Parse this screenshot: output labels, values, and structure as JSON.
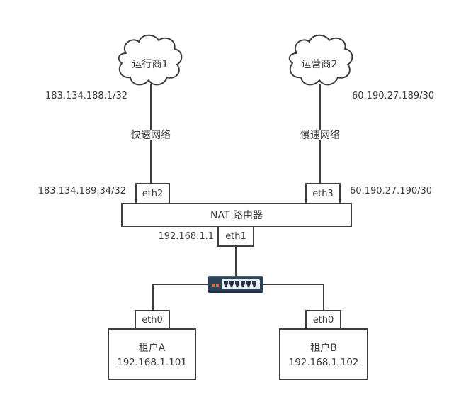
{
  "diagram": {
    "carrier1": {
      "name": "运行商1",
      "ip": "183.134.188.1/32",
      "link": "快速网络"
    },
    "carrier2": {
      "name": "运营商2",
      "ip": "60.190.27.189/30",
      "link": "慢速网络"
    },
    "router": {
      "label": "NAT 路由器",
      "wan1_iface": "eth2",
      "wan1_ip": "183.134.189.34/32",
      "wan2_iface": "eth3",
      "wan2_ip": "60.190.27.190/30",
      "lan_iface": "eth1",
      "lan_ip": "192.168.1.1"
    },
    "switch": {
      "icon": "ethernet-switch-6port",
      "led_count": 2,
      "port_count": 6
    },
    "tenant_a": {
      "iface": "eth0",
      "name": "租户A",
      "ip": "192.168.1.101"
    },
    "tenant_b": {
      "iface": "eth0",
      "name": "租户B",
      "ip": "192.168.1.102"
    }
  },
  "colors": {
    "line": "#3d3d3d",
    "text": "#3a3a3a",
    "switch_body": "#2e4356",
    "switch_panel": "#e6edf2",
    "switch_led": "#d4703a",
    "switch_port": "#253746"
  }
}
